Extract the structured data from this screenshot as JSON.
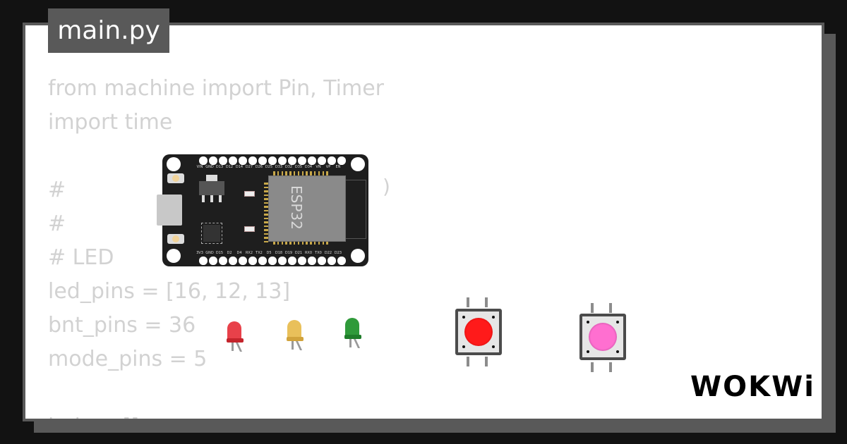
{
  "file_tab": {
    "label": "main.py"
  },
  "code": {
    "lines": [
      "from machine import Pin, Timer",
      "import time",
      "",
      "#",
      "#",
      "# LED",
      "led_pins = [16, 12, 13]",
      "bnt_pins = 36",
      "mode_pins = 5",
      "",
      "leds = []"
    ],
    "trailing_paren": ")"
  },
  "esp32": {
    "chip_label": "ESP32",
    "top_pins": [
      "VIN",
      "GND",
      "D13",
      "D12",
      "D14",
      "D27",
      "D26",
      "D25",
      "D33",
      "D32",
      "D35",
      "D34",
      "VN",
      "VP",
      "EN"
    ],
    "bottom_pins": [
      "3V3",
      "GND",
      "D15",
      "D2",
      "D4",
      "RX2",
      "TX2",
      "D5",
      "D18",
      "D19",
      "D21",
      "RX0",
      "TX0",
      "D22",
      "D23"
    ]
  },
  "leds": [
    {
      "color": "red",
      "body": "#e8414a",
      "rim": "#c4242c"
    },
    {
      "color": "yellow",
      "body": "#e9c05a",
      "rim": "#d1a33c"
    },
    {
      "color": "green",
      "body": "#2f9a3a",
      "rim": "#1f7d2a"
    }
  ],
  "pushbuttons": [
    {
      "color": "red",
      "cap": "#ff1a1a"
    },
    {
      "color": "pink",
      "cap": "#ff6fd0"
    }
  ],
  "logo": {
    "text": "WOKWi"
  },
  "colors": {
    "background": "#121212",
    "frame": "#595959",
    "canvas": "#ffffff",
    "code_text": "#d2d2d2"
  }
}
